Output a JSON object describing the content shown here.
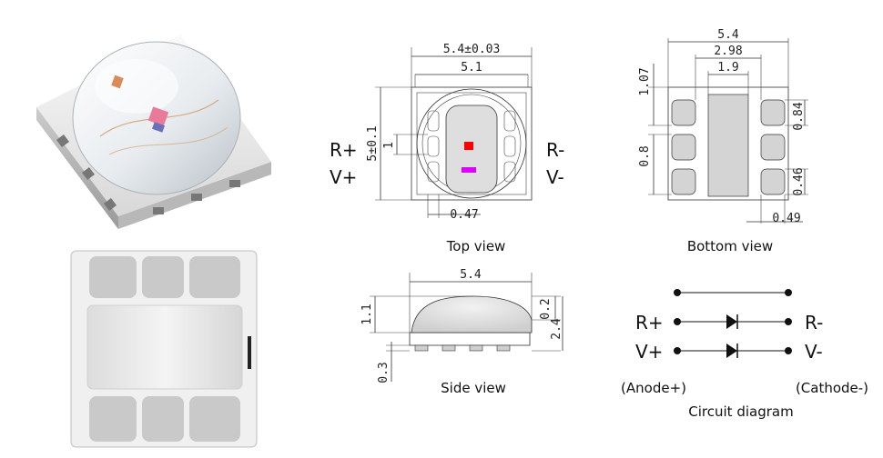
{
  "views": {
    "top_view": "Top view",
    "bottom_view": "Bottom view",
    "side_view": "Side view",
    "circuit_diagram": "Circuit diagram"
  },
  "pins": {
    "r_plus": "R+",
    "v_plus": "V+",
    "r_minus": "R-",
    "v_minus": "V-"
  },
  "circuit": {
    "r_plus": "R+",
    "v_plus": "V+",
    "r_minus": "R-",
    "v_minus": "V-",
    "anode": "(Anode+)",
    "cathode": "(Cathode-)"
  },
  "dimensions": {
    "top_width": "5.4±0.03",
    "top_inner": "5.1",
    "top_height": "5±0.1",
    "top_pad": "1",
    "top_pad_w": "0.47",
    "bottom_width": "5.4",
    "bottom_w2": "2.98",
    "bottom_w3": "1.9",
    "bottom_h1": "1.07",
    "bottom_h2": "0.8",
    "bottom_r1": "0.84",
    "bottom_r2": "0.46",
    "bottom_r3": "0.49",
    "side_width": "5.4",
    "side_h1": "1.1",
    "side_r1": "0.2",
    "side_r2": "2.4",
    "side_base": "0.3"
  },
  "colors": {
    "red_chip": "#ff0000",
    "violet_chip": "#dd00ff",
    "pad_gray": "#cfcfcf",
    "body_gray": "#e6e6e6"
  }
}
